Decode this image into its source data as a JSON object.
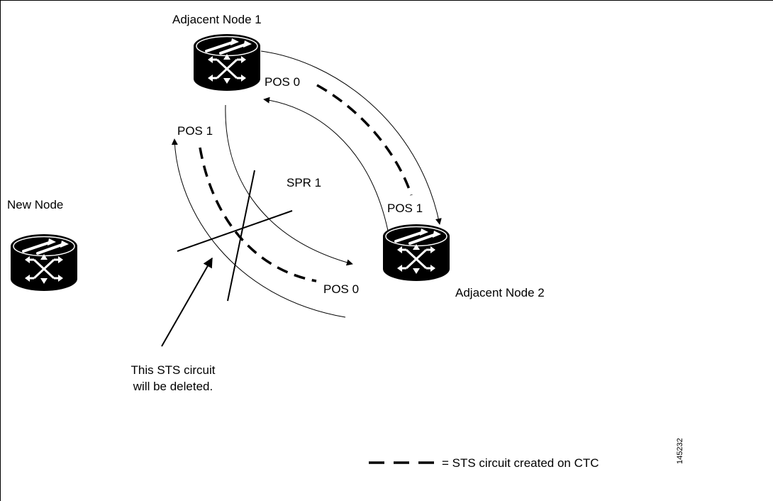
{
  "nodes": {
    "adjacent_node_1": "Adjacent Node 1",
    "adjacent_node_2": "Adjacent Node 2",
    "new_node": "New Node"
  },
  "ports": {
    "node1_pos0": "POS 0",
    "node1_pos1": "POS 1",
    "node2_pos1": "POS 1",
    "node2_pos0": "POS 0"
  },
  "ring_label": "SPR 1",
  "annotation": {
    "line1": "This STS circuit",
    "line2": "will be deleted."
  },
  "legend": {
    "text": "= STS circuit created on CTC"
  },
  "figure_id": "145232"
}
